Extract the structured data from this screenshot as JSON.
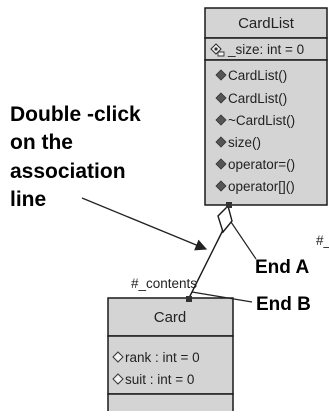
{
  "diagram": {
    "class_cardlist": {
      "name": "CardList",
      "attributes": [
        "_size: int = 0"
      ],
      "operations": [
        "CardList()",
        "CardList()",
        "~CardList()",
        "size()",
        "operator=()",
        "operator[]()"
      ]
    },
    "class_card": {
      "name": "Card",
      "attributes": [
        "rank : int = 0",
        "suit : int = 0"
      ]
    },
    "association": {
      "role_contents": "#_contents",
      "role_partial": "#_"
    },
    "callouts": {
      "instruction_lines": [
        "Double -click",
        "on the",
        "association",
        "line"
      ],
      "end_a": "End A",
      "end_b": "End B"
    },
    "colors": {
      "class_fill": "#d4d4d4",
      "outline": "#1a1a1a"
    }
  }
}
